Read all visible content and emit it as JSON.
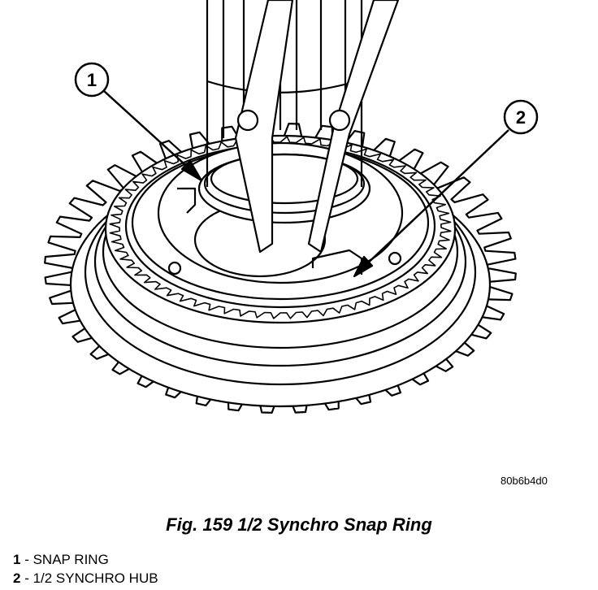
{
  "figure": {
    "code": "80b6b4d0",
    "caption": "Fig. 159 1/2 Synchro Snap Ring"
  },
  "callouts": [
    {
      "number": "1"
    },
    {
      "number": "2"
    }
  ],
  "legend": [
    {
      "number": "1",
      "separator": " - ",
      "text": "SNAP RING"
    },
    {
      "number": "2",
      "separator": " - ",
      "text": "1/2 SYNCHRO HUB"
    }
  ]
}
